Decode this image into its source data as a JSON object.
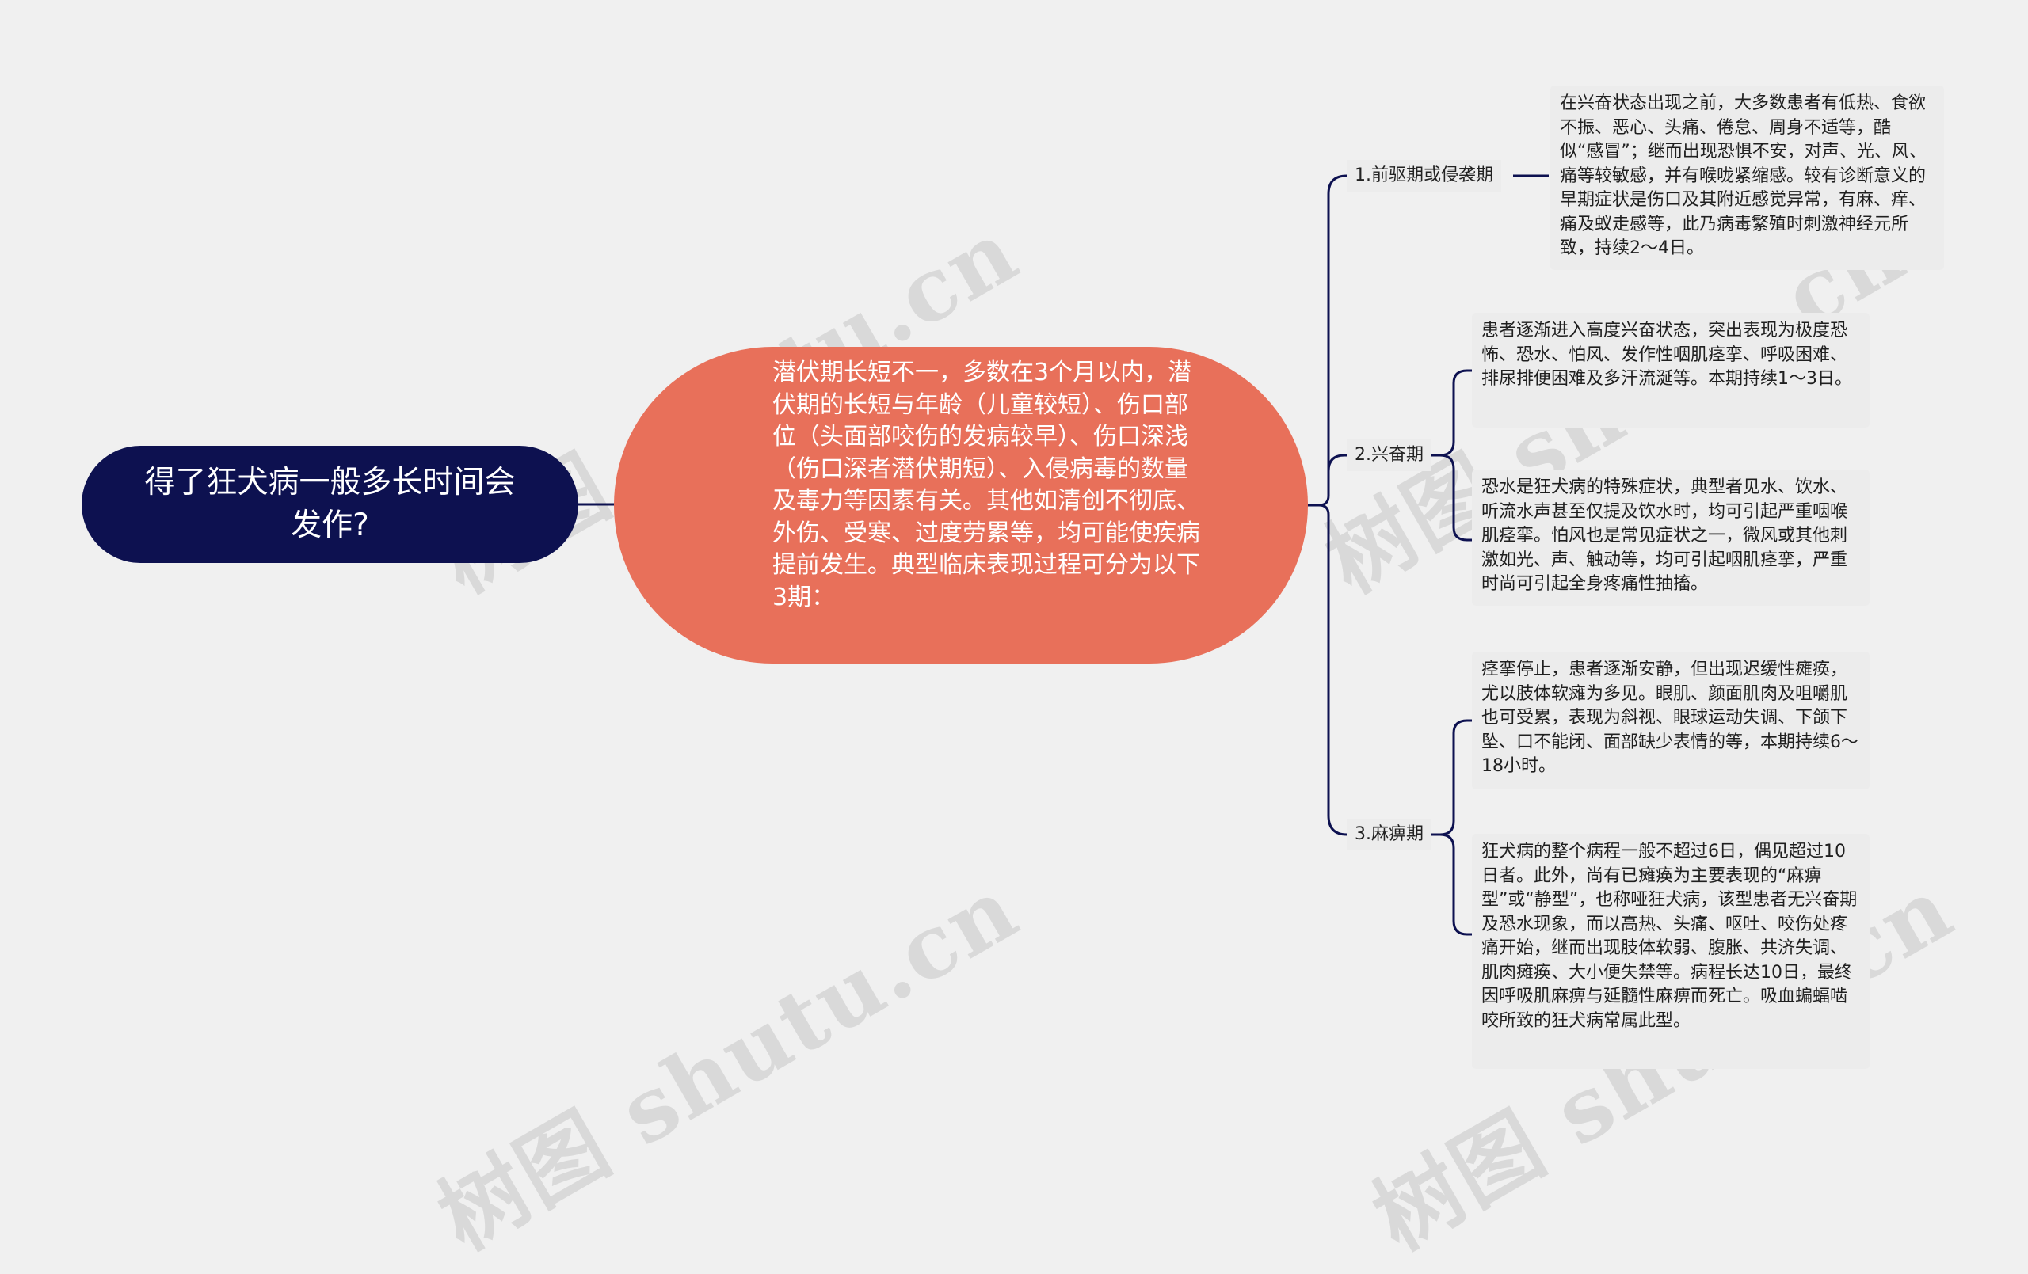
{
  "root": {
    "text": "得了狂犬病一般多长时间会发作?"
  },
  "center": {
    "text": "潜伏期长短不一，多数在3个月以内，潜伏期的长短与年龄（儿童较短）、伤口部位（头面部咬伤的发病较早）、伤口深浅（伤口深者潜伏期短）、入侵病毒的数量及毒力等因素有关。其他如清创不彻底、外伤、受寒、过度劳累等，均可能使疾病提前发生。典型临床表现过程可分为以下3期："
  },
  "branches": [
    {
      "label": "1.前驱期或侵袭期",
      "leaves": [
        "在兴奋状态出现之前，大多数患者有低热、食欲不振、恶心、头痛、倦怠、周身不适等，酷似“感冒”；继而出现恐惧不安，对声、光、风、痛等较敏感，并有喉咙紧缩感。较有诊断意义的早期症状是伤口及其附近感觉异常，有麻、痒、痛及蚁走感等，此乃病毒繁殖时刺激神经元所致，持续2～4日。"
      ]
    },
    {
      "label": "2.兴奋期",
      "leaves": [
        "患者逐渐进入高度兴奋状态，突出表现为极度恐怖、恐水、怕风、发作性咽肌痉挛、呼吸困难、排尿排便困难及多汗流涎等。本期持续1～3日。",
        "恐水是狂犬病的特殊症状，典型者见水、饮水、听流水声甚至仅提及饮水时，均可引起严重咽喉肌痉挛。怕风也是常见症状之一，微风或其他刺激如光、声、触动等，均可引起咽肌痉挛，严重时尚可引起全身疼痛性抽搐。"
      ]
    },
    {
      "label": "3.麻痹期",
      "leaves": [
        "痉挛停止，患者逐渐安静，但出现迟缓性瘫痪，尤以肢体软瘫为多见。眼肌、颜面肌肉及咀嚼肌也可受累，表现为斜视、眼球运动失调、下颌下坠、口不能闭、面部缺少表情的等，本期持续6～18小时。",
        "狂犬病的整个病程一般不超过6日，偶见超过10日者。此外，尚有已瘫痪为主要表现的“麻痹型”或“静型”，也称哑狂犬病，该型患者无兴奋期及恐水现象，而以高热、头痛、呕吐、咬伤处疼痛开始，继而出现肢体软弱、腹胀、共济失调、肌肉瘫痪、大小便失禁等。病程长达10日，最终因呼吸肌麻痹与延髓性麻痹而死亡。吸血蝙蝠啮咬所致的狂犬病常属此型。"
      ]
    }
  ],
  "watermark": {
    "text": "树图 shutu.cn"
  },
  "colors": {
    "root_fill": "#0d1150",
    "center_fill": "#e8705a",
    "connector": "#0d1150",
    "leaf_fill": "#ececec",
    "background": "#f0f0f0"
  }
}
